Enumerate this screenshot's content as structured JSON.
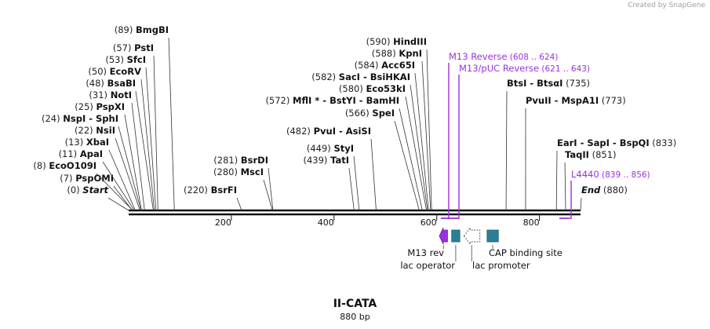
{
  "watermark": "Created by SnapGene",
  "plasmid": {
    "name": "II-CATA",
    "size_label": "880 bp",
    "length_bp": 880
  },
  "colors": {
    "feature_purple": "#9b30e0",
    "feature_teal": "#2a7f96",
    "backbone": "#111111",
    "label": "#111111",
    "position": "#222222"
  },
  "axis_ticks": [
    {
      "bp": 200,
      "label": "200"
    },
    {
      "bp": 400,
      "label": "400"
    },
    {
      "bp": 600,
      "label": "600"
    },
    {
      "bp": 800,
      "label": "800"
    }
  ],
  "sites": [
    {
      "pos": "(0)",
      "bp": 0,
      "names": [
        "Start"
      ],
      "italic": true
    },
    {
      "pos": "(7)",
      "bp": 7,
      "names": [
        "PspOMI"
      ]
    },
    {
      "pos": "(8)",
      "bp": 8,
      "names": [
        "EcoO109I"
      ]
    },
    {
      "pos": "(11)",
      "bp": 11,
      "names": [
        "ApaI"
      ]
    },
    {
      "pos": "(13)",
      "bp": 13,
      "names": [
        "XbaI"
      ]
    },
    {
      "pos": "(22)",
      "bp": 22,
      "names": [
        "NsiI"
      ]
    },
    {
      "pos": "(24)",
      "bp": 24,
      "names": [
        "NspI",
        "SphI"
      ]
    },
    {
      "pos": "(25)",
      "bp": 25,
      "names": [
        "PspXI"
      ]
    },
    {
      "pos": "(31)",
      "bp": 31,
      "names": [
        "NotI"
      ]
    },
    {
      "pos": "(48)",
      "bp": 48,
      "names": [
        "BsaBI"
      ]
    },
    {
      "pos": "(50)",
      "bp": 50,
      "names": [
        "EcoRV"
      ]
    },
    {
      "pos": "(53)",
      "bp": 53,
      "names": [
        "SfcI"
      ]
    },
    {
      "pos": "(57)",
      "bp": 57,
      "names": [
        "PstI"
      ]
    },
    {
      "pos": "(89)",
      "bp": 89,
      "names": [
        "BmgBI"
      ]
    },
    {
      "pos": "(220)",
      "bp": 220,
      "names": [
        "BsrFI"
      ]
    },
    {
      "pos": "(280)",
      "bp": 280,
      "names": [
        "MscI"
      ]
    },
    {
      "pos": "(281)",
      "bp": 281,
      "names": [
        "BsrDI"
      ]
    },
    {
      "pos": "(439)",
      "bp": 439,
      "names": [
        "TatI"
      ]
    },
    {
      "pos": "(449)",
      "bp": 449,
      "names": [
        "StyI"
      ]
    },
    {
      "pos": "(482)",
      "bp": 482,
      "names": [
        "PvuI",
        "AsiSI"
      ]
    },
    {
      "pos": "(566)",
      "bp": 566,
      "names": [
        "SpeI"
      ]
    },
    {
      "pos": "(572)",
      "bp": 572,
      "names": [
        "MflI *",
        "BstYI",
        "BamHI"
      ]
    },
    {
      "pos": "(580)",
      "bp": 580,
      "names": [
        "Eco53kI"
      ]
    },
    {
      "pos": "(582)",
      "bp": 582,
      "names": [
        "SacI",
        "BsiHKAI"
      ]
    },
    {
      "pos": "(584)",
      "bp": 584,
      "names": [
        "Acc65I"
      ]
    },
    {
      "pos": "(588)",
      "bp": 588,
      "names": [
        "KpnI"
      ]
    },
    {
      "pos": "(590)",
      "bp": 590,
      "names": [
        "HindIII"
      ]
    },
    {
      "pos": "(735)",
      "bp": 735,
      "names": [
        "BtsI",
        "BtsαI"
      ]
    },
    {
      "pos": "(773)",
      "bp": 773,
      "names": [
        "PvuII",
        "MspA1I"
      ]
    },
    {
      "pos": "(833)",
      "bp": 833,
      "names": [
        "EarI",
        "SapI",
        "BspQI"
      ]
    },
    {
      "pos": "(851)",
      "bp": 851,
      "names": [
        "TaqII"
      ]
    },
    {
      "pos": "(880)",
      "bp": 880,
      "names": [
        "End"
      ],
      "italic": true
    }
  ],
  "primers": [
    {
      "name": "M13 Reverse",
      "range": "(608 .. 624)",
      "start": 608,
      "end": 624
    },
    {
      "name": "M13/pUC Reverse",
      "range": "(621 .. 643)",
      "start": 621,
      "end": 643
    },
    {
      "name": "L4440",
      "range": "(839 .. 856)",
      "start": 839,
      "end": 856
    }
  ],
  "features": [
    {
      "name": "M13 rev",
      "kind": "arrow",
      "start": 605,
      "end": 621,
      "style": "purple"
    },
    {
      "name": "lac operator",
      "kind": "box",
      "start": 629,
      "end": 645,
      "style": "teal"
    },
    {
      "name": "lac promoter",
      "kind": "arrow",
      "start": 653,
      "end": 684,
      "style": "dashed"
    },
    {
      "name": "CAP binding site",
      "kind": "box",
      "start": 698,
      "end": 720,
      "style": "teal"
    }
  ]
}
